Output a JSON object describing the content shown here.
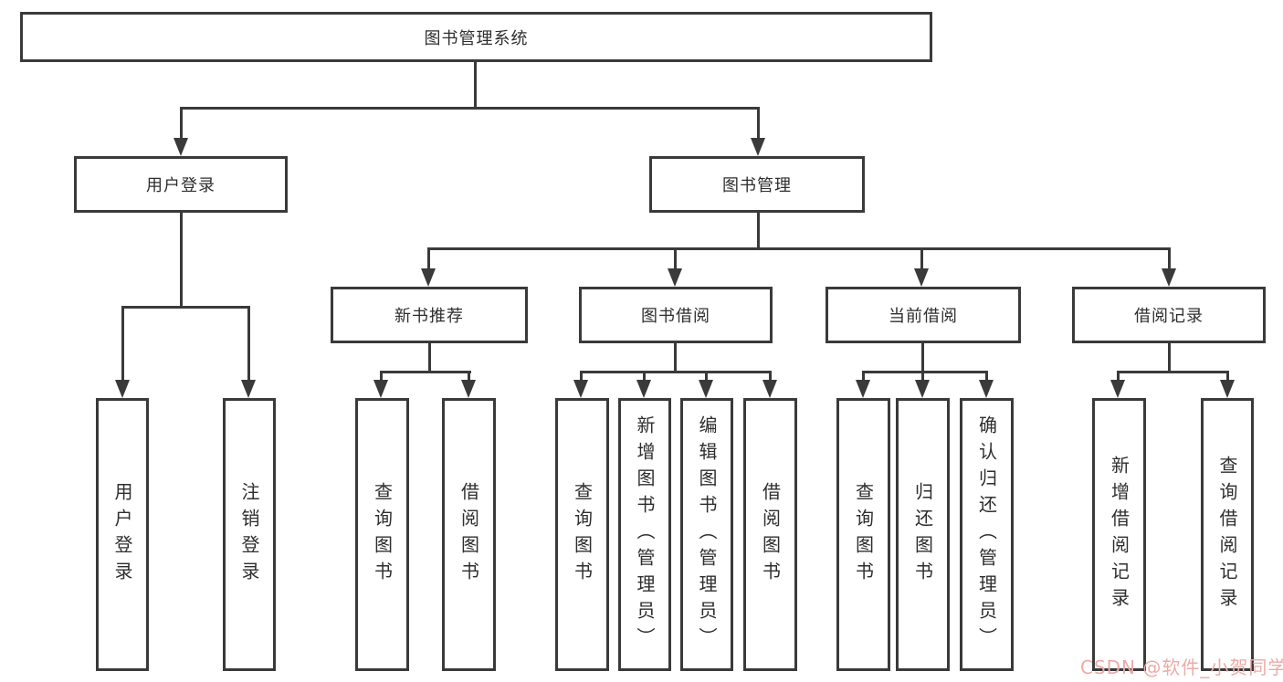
{
  "diagram": {
    "title": "图书管理系统",
    "nodes": {
      "root": "图书管理系统",
      "user_login": "用户登录",
      "book_mgmt": "图书管理",
      "new_book": "新书推荐",
      "book_borrow": "图书借阅",
      "current_borrow": "当前借阅",
      "borrow_record": "借阅记录"
    },
    "leaves": {
      "user_login": [
        "用户登录",
        "注销登录"
      ],
      "new_book": [
        "查询图书",
        "借阅图书"
      ],
      "book_borrow": [
        "查询图书",
        "新增图书（管理员）",
        "编辑图书（管理员）",
        "借阅图书"
      ],
      "current_borrow": [
        "查询图书",
        "归还图书",
        "确认归还（管理员）"
      ],
      "borrow_record": [
        "新增借阅记录",
        "查询借阅记录"
      ]
    },
    "watermark": "CSDN @软件_小贺同学",
    "colors": {
      "line": "#3a3a3a",
      "text": "#2e2e2e",
      "watermark": "#ecaba7",
      "background": "#ffffff"
    }
  }
}
